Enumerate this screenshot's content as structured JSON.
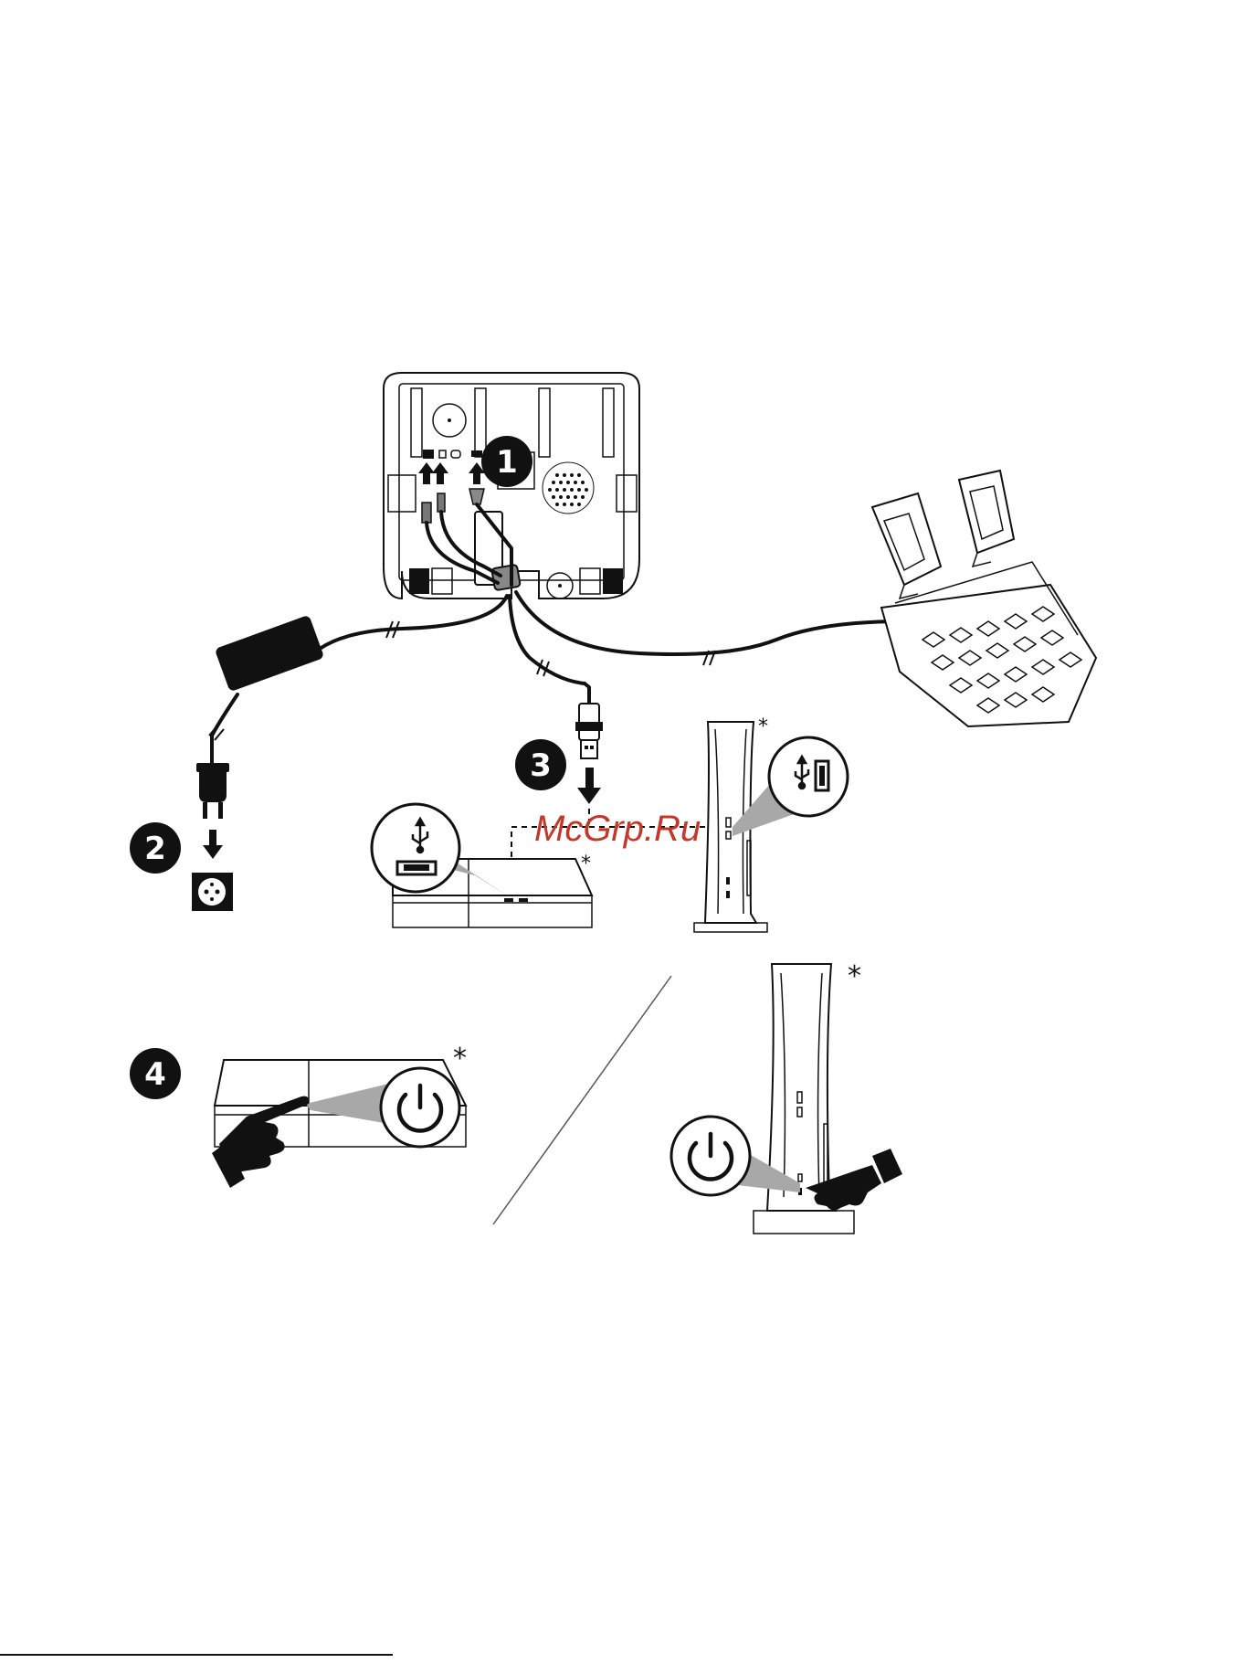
{
  "steps": [
    {
      "number": "1"
    },
    {
      "number": "2"
    },
    {
      "number": "3"
    },
    {
      "number": "4"
    }
  ],
  "asterisk": "*",
  "watermark": "McGrp.Ru",
  "icons": {
    "usb": "usb-icon",
    "power": "power-icon",
    "plug": "power-plug-icon",
    "socket": "wall-socket-icon",
    "arrow": "down-arrow-icon",
    "hand": "pointing-hand-icon"
  },
  "colors": {
    "ink": "#111111",
    "shade": "#a8a8a8",
    "watermark": "#c0392b"
  }
}
